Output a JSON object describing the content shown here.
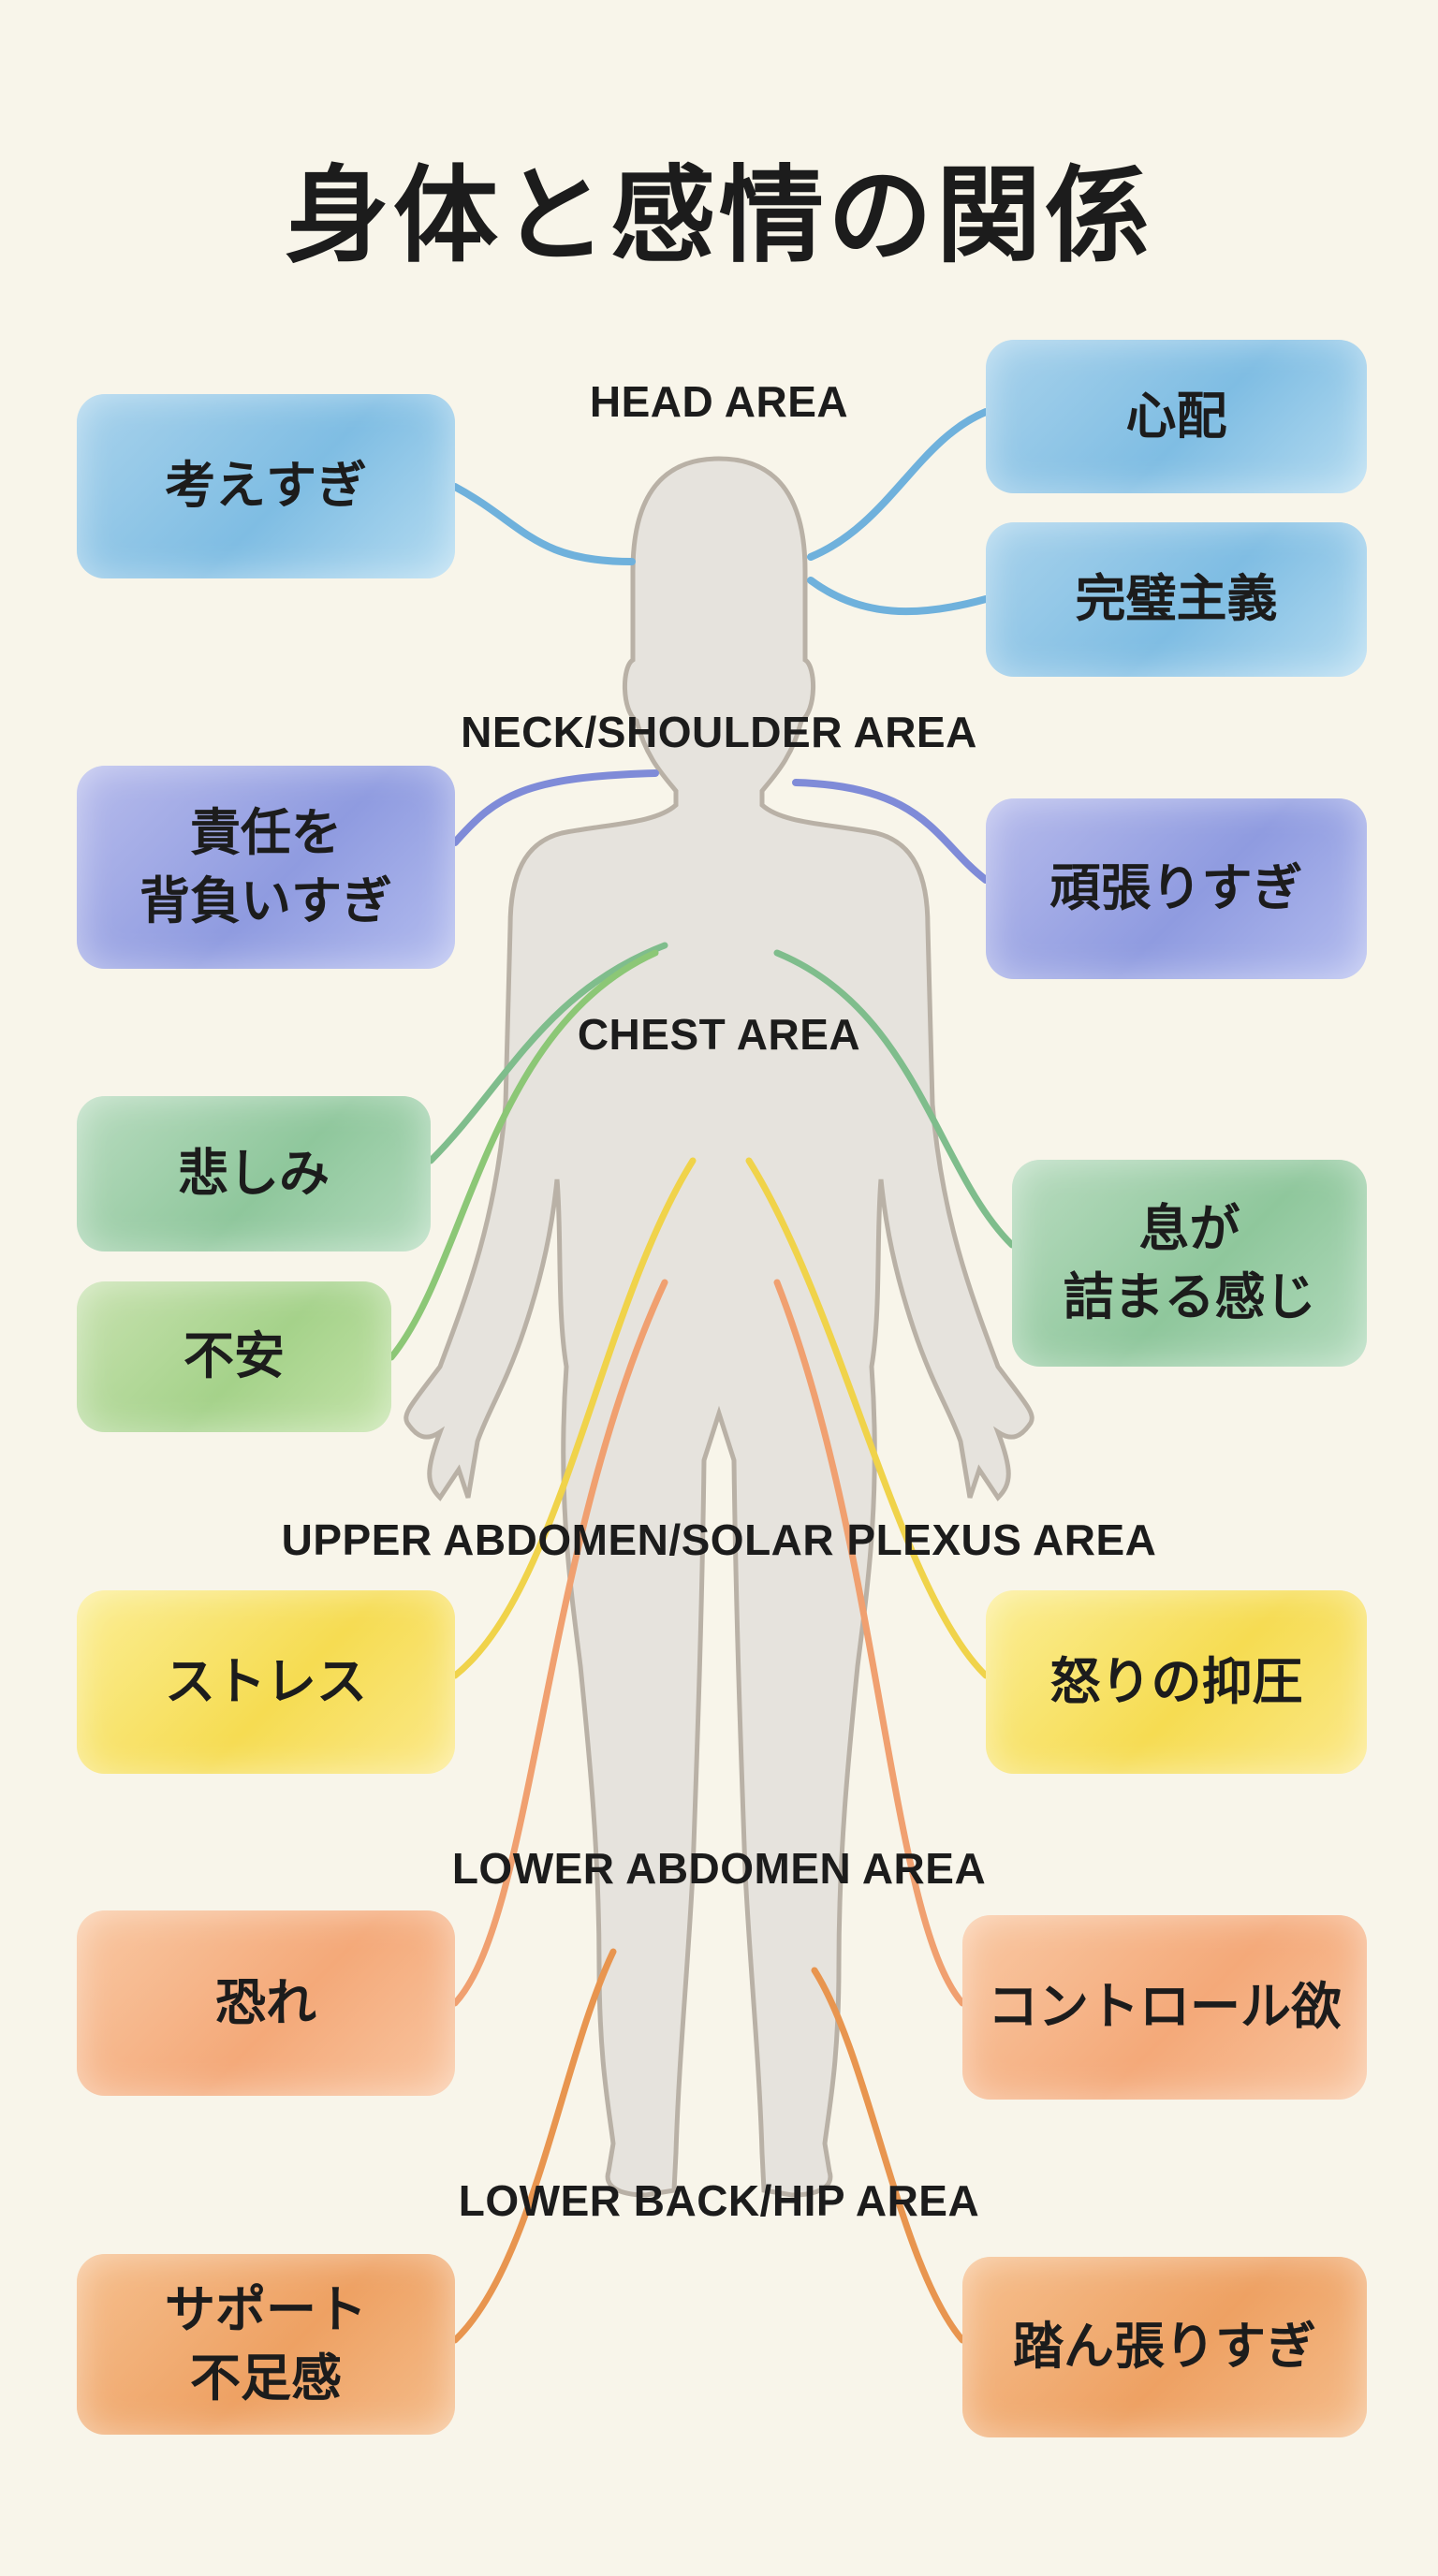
{
  "title": "身体と感情の関係",
  "areas": {
    "head": "HEAD AREA",
    "neck": "NECK/SHOULDER AREA",
    "chest": "CHEST AREA",
    "upper": "UPPER ABDOMEN/SOLAR PLEXUS AREA",
    "lower": "LOWER ABDOMEN AREA",
    "back": "LOWER BACK/HIP AREA"
  },
  "emotions": {
    "overthinking": "考えすぎ",
    "worry": "心配",
    "perfectionism": "完璧主義",
    "responsibility": "責任を\n背負いすぎ",
    "trying_too_hard": "頑張りすぎ",
    "sadness": "悲しみ",
    "suffocating": "息が\n詰まる感じ",
    "anxiety": "不安",
    "stress": "ストレス",
    "suppressed_anger": "怒りの抑圧",
    "fear": "恐れ",
    "control": "コントロール欲",
    "lack_of_support": "サポート\n不足感",
    "holding_on": "踏ん張りすぎ"
  },
  "colors": {
    "head": "#7fbde3",
    "neck": "#8f9be0",
    "chest": "#8fc79c",
    "upper": "#f2d24a",
    "lower": "#f0a070",
    "back": "#e8954f",
    "body": "#e6e3dd",
    "body_outline": "#b9b1a6"
  }
}
